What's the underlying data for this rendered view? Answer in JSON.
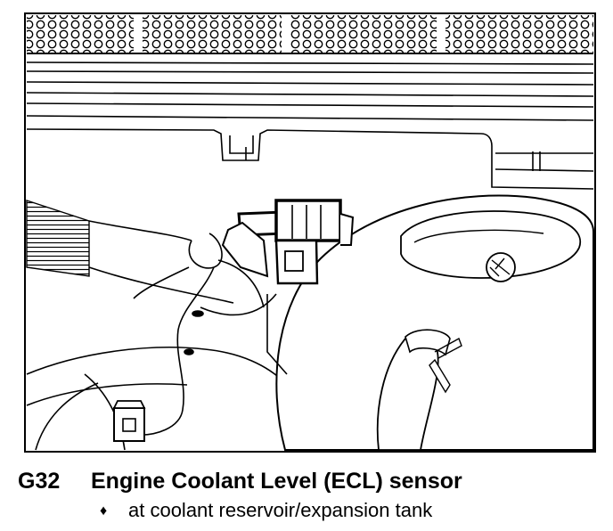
{
  "caption": {
    "code": "G32",
    "title": "Engine Coolant Level (ECL) sensor",
    "bullet": "♦",
    "detail": "at coolant reservoir/expansion tank"
  },
  "colors": {
    "ink": "#000000",
    "paper": "#ffffff"
  }
}
